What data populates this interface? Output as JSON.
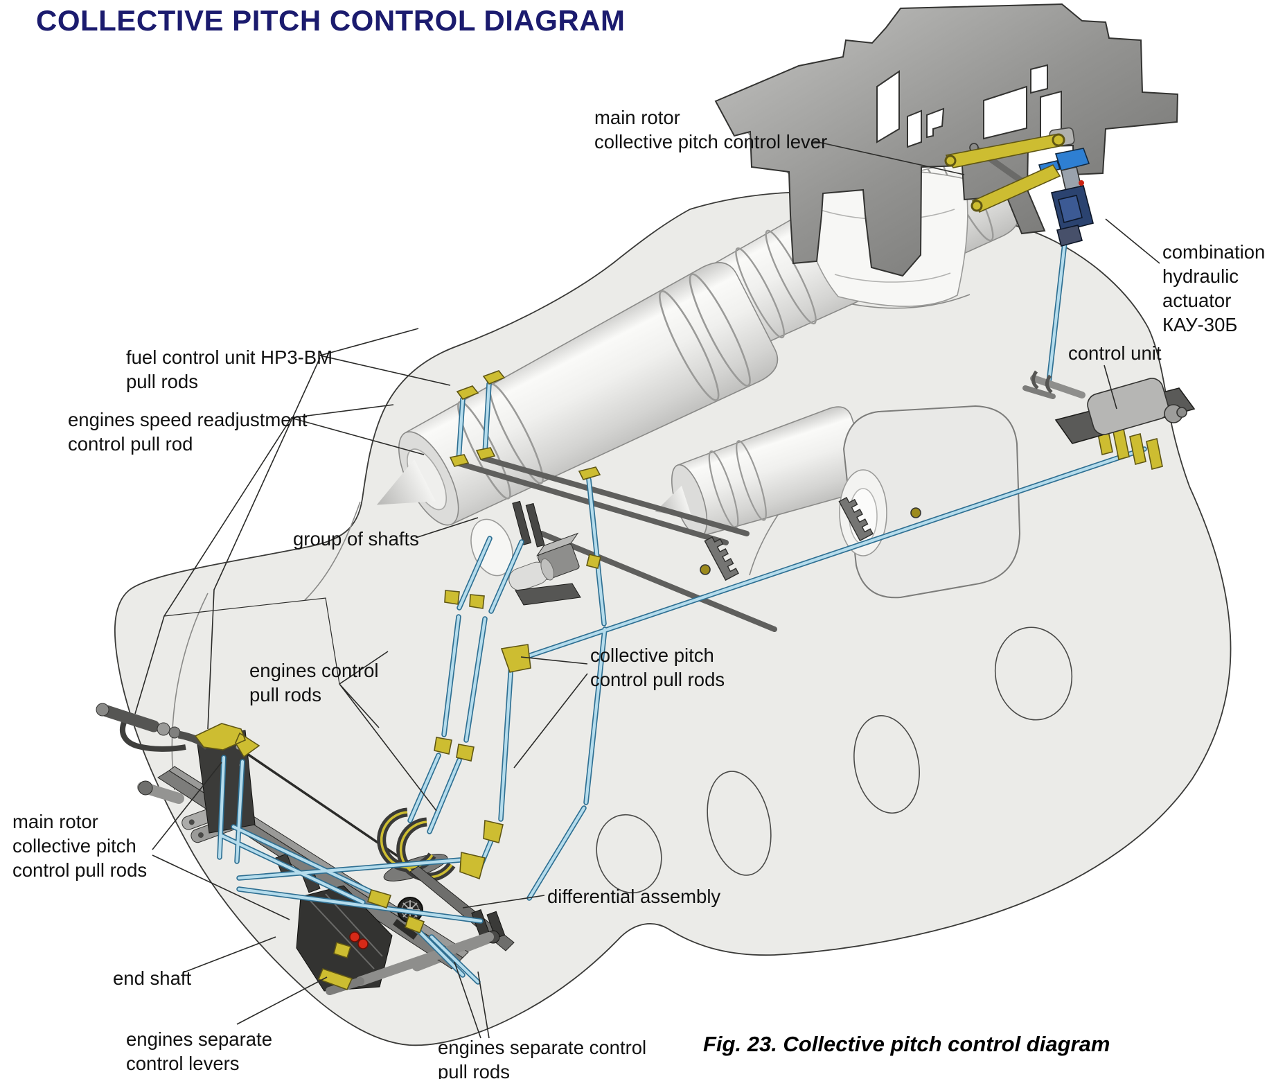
{
  "title": "COLLECTIVE PITCH CONTROL DIAGRAM",
  "caption": "Fig. 23. Collective pitch control diagram",
  "labels": {
    "main_rotor_lever": "main rotor\ncollective pitch control lever",
    "combination_actuator": "combination\nhydraulic\nactuator\nКАУ-30Б",
    "control_unit": "control unit",
    "fuel_control_rods": "fuel control unit НР3-ВМ\npull rods",
    "speed_readjustment": "engines speed readjustment\ncontrol pull rod",
    "group_of_shafts": "group of shafts",
    "engines_control_rods": "engines control\npull rods",
    "collective_pitch_rods": "collective pitch\ncontrol pull rods",
    "main_rotor_rods": "main rotor\ncollective pitch\ncontrol pull rods",
    "differential_assembly": "differential assembly",
    "end_shaft": "end shaft",
    "engines_separate_levers": "engines separate\ncontrol levers",
    "engines_separate_rods": "engines separate control\npull rods"
  },
  "colors": {
    "title": "#1b1b6e",
    "label_text": "#111111",
    "fuselage": "#ebebe8",
    "pull_rod_blue": "#b5dcec",
    "pull_rod_edge": "#2e6f92",
    "lever_yellow": "#cdbd31",
    "actuator_blue": "#2e7fd2",
    "actuator_navy": "#2b4370",
    "metal_dark": "#3c3c3a",
    "metal_mid": "#777775",
    "knob_red": "#d62a18"
  }
}
